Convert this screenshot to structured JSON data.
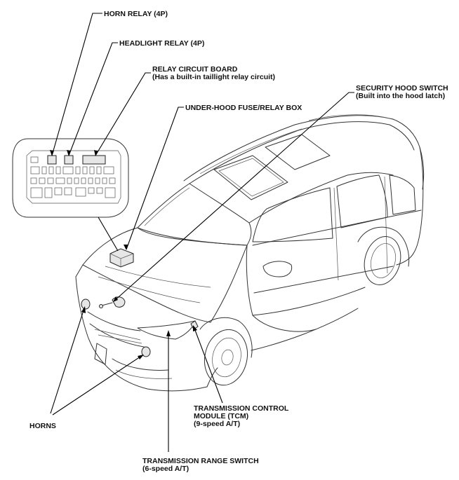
{
  "callouts": {
    "horn_relay": "HORN RELAY (4P)",
    "headlight_relay": "HEADLIGHT RELAY (4P)",
    "relay_circuit_board": {
      "line1": "RELAY CIRCUIT BOARD",
      "line2": "(Has a built-in taillight relay circuit)"
    },
    "under_hood_fuse_relay_box": "UNDER-HOOD FUSE/RELAY BOX",
    "security_hood_switch": {
      "line1": "SECURITY HOOD SWITCH",
      "line2": "(Built into the hood latch)"
    },
    "transmission_control_module": {
      "line1": "TRANSMISSION CONTROL",
      "line2": "MODULE (TCM)",
      "line3": "(9-speed A/T)"
    },
    "horns": "HORNS",
    "transmission_range_switch": {
      "line1": "TRANSMISSION RANGE SWITCH",
      "line2": "(6-speed A/T)"
    }
  },
  "colors": {
    "line_art": "#333333",
    "leader": "#000000",
    "text": "#111111",
    "background": "#ffffff"
  }
}
